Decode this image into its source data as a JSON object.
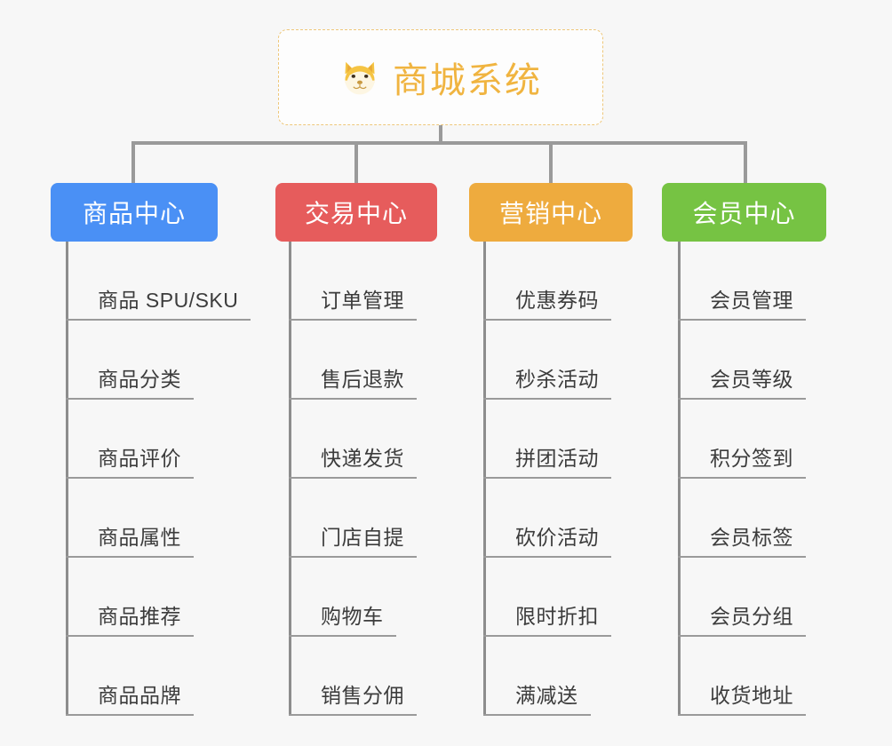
{
  "root": {
    "title": "商城系统",
    "icon": "shiba-dog-face-emoji",
    "border_color": "#eec77a",
    "text_color": "#f0b440"
  },
  "colors": {
    "background": "#f7f7f7",
    "connector": "#9a9a9a",
    "leaf_text": "#3c3c3c"
  },
  "branches": [
    {
      "label": "商品中心",
      "color": "#4a90f5",
      "items": [
        "商品 SPU/SKU",
        "商品分类",
        "商品评价",
        "商品属性",
        "商品推荐",
        "商品品牌"
      ]
    },
    {
      "label": "交易中心",
      "color": "#e65c5c",
      "items": [
        "订单管理",
        "售后退款",
        "快递发货",
        "门店自提",
        "购物车",
        "销售分佣"
      ]
    },
    {
      "label": "营销中心",
      "color": "#eeab3e",
      "items": [
        "优惠券码",
        "秒杀活动",
        "拼团活动",
        "砍价活动",
        "限时折扣",
        "满减送"
      ]
    },
    {
      "label": "会员中心",
      "color": "#76c343",
      "items": [
        "会员管理",
        "会员等级",
        "积分签到",
        "会员标签",
        "会员分组",
        "收货地址"
      ]
    }
  ]
}
